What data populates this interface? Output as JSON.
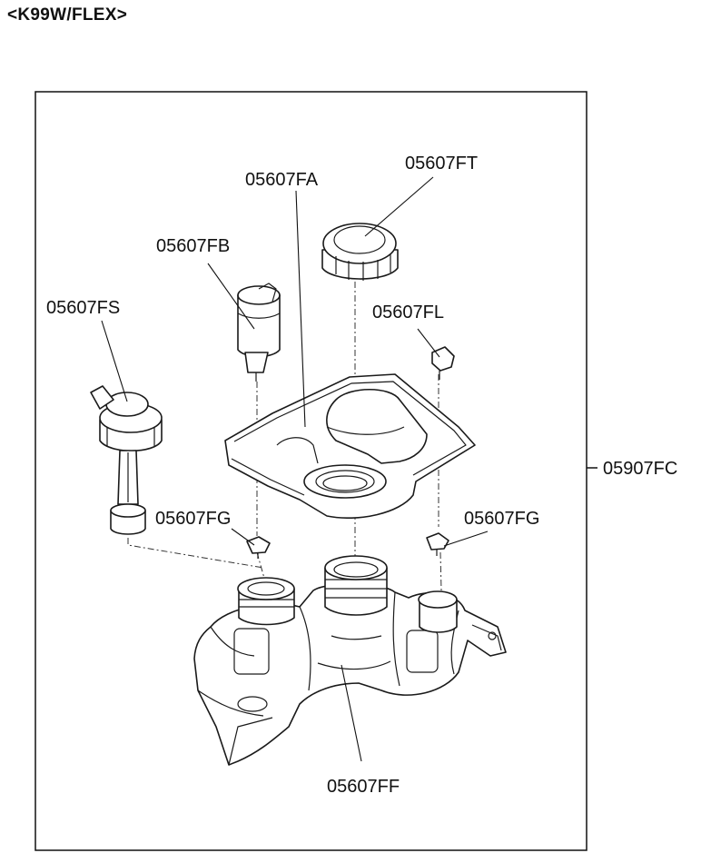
{
  "model": "<K99W/FLEX>",
  "labels": {
    "reservoir": "05607FF",
    "lid_panel": "05607FA",
    "cap": "05607FT",
    "pump": "05607FB",
    "sensor": "05607FS",
    "vent_fitting": "05607FL",
    "grommet_left": "05607FG",
    "grommet_right": "05607FG",
    "assembly": "05907FC"
  }
}
